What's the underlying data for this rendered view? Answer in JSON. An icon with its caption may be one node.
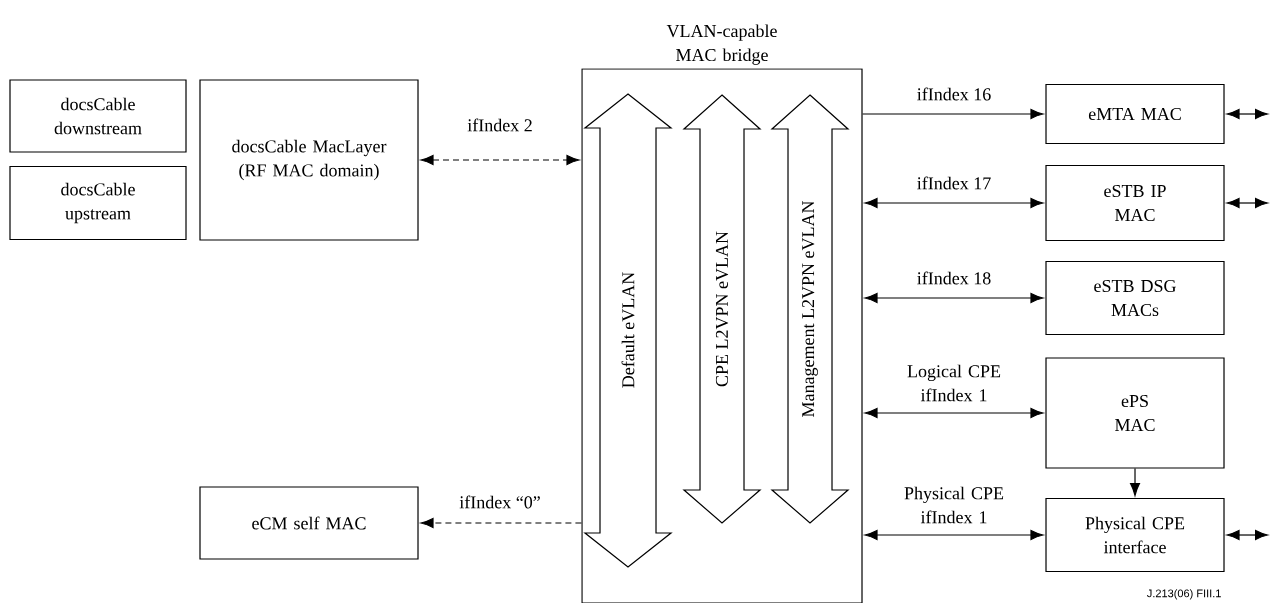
{
  "diagram": {
    "nodes": [
      {
        "text": [
          "docsCable downstream"
        ]
      },
      {
        "text": [
          "docsCable upstream"
        ]
      },
      {
        "text": [
          "docsCable MacLayer (RF MAC domain)"
        ]
      },
      {
        "text": [
          "VLAN-capable MAC bridge"
        ]
      },
      {
        "text": [
          "Default eVLAN"
        ],
        "in": 3
      },
      {
        "text": [
          "CPE L2VPN eVLAN"
        ],
        "in": 3
      },
      {
        "text": [
          "Management L2VPN eVLAN"
        ],
        "in": 3
      },
      {
        "text": [
          "eCM self MAC"
        ]
      },
      {
        "text": [
          "eMTA MAC"
        ]
      },
      {
        "text": [
          "eSTB IP MAC"
        ]
      },
      {
        "text": [
          "eSTB DSG MACs"
        ]
      },
      {
        "text": [
          "ePS MAC"
        ]
      },
      {
        "text": [
          "Physical CPE interface"
        ]
      }
    ],
    "edges": [
      {
        "from": 2,
        "to": 3,
        "arrow": "both",
        "label": "ifIndex 2",
        "style": "dashed"
      },
      {
        "from": 3,
        "to": 7,
        "arrow": "to",
        "label": "ifIndex “0”",
        "style": "dashed"
      },
      {
        "from": 3,
        "to": 8,
        "arrow": "to",
        "label": "ifIndex 16"
      },
      {
        "from": 3,
        "to": 9,
        "arrow": "both",
        "label": "ifIndex 17"
      },
      {
        "from": 3,
        "to": 10,
        "arrow": "both",
        "label": "ifIndex 18"
      },
      {
        "from": 3,
        "to": 11,
        "arrow": "both",
        "label": "Logical CPE ifIndex 1"
      },
      {
        "from": 3,
        "to": 12,
        "arrow": "both",
        "label": "Physical CPE ifIndex 1"
      },
      {
        "from": 11,
        "to": 12,
        "arrow": "to"
      },
      {
        "from": 8,
        "to": null,
        "arrow": "both"
      },
      {
        "from": 9,
        "to": null,
        "arrow": "both"
      },
      {
        "from": 12,
        "to": null,
        "arrow": "both"
      }
    ],
    "labels": [
      "J.213(06)  FIII.1"
    ]
  }
}
